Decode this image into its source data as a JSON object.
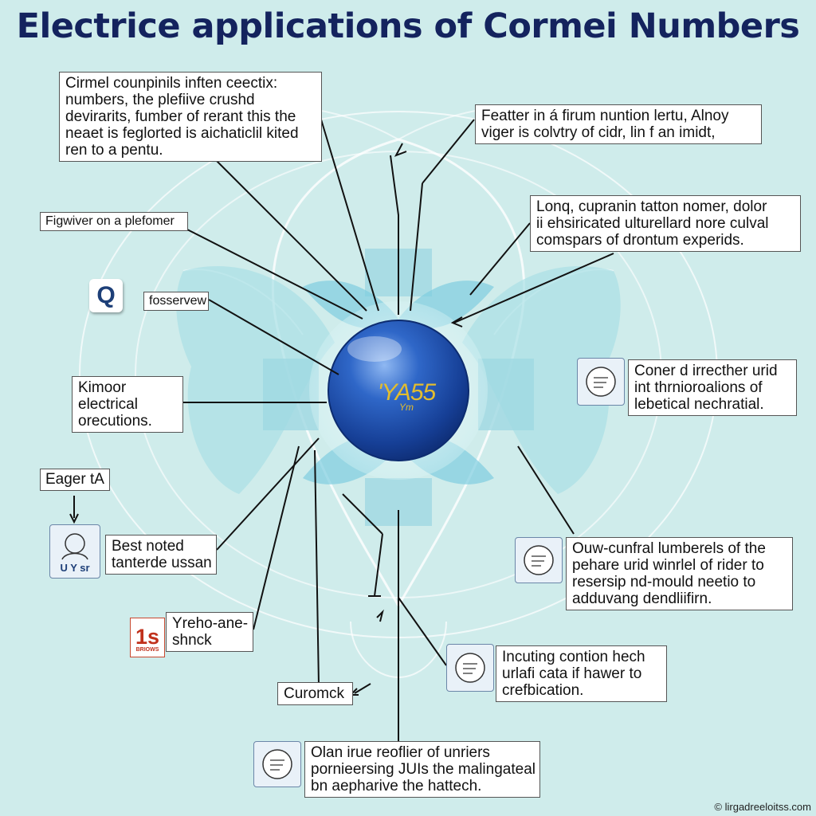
{
  "title": "Electrice applications of Cormei Numbers",
  "center_label": "'YA55",
  "center_sublabel": "Ym",
  "labels": {
    "top_left": [
      "Cirmel counpinils inften ceectix:",
      "numbers, the plefiive crushd",
      "devirarits, fumber of rerant this the",
      "neaet is feglorted is aichaticlil kited",
      "ren to a pentu."
    ],
    "top_right": [
      "Featter in á firum nuntion lertu, Alnoy",
      "viger is colvtry of cidr, lin f an imidt,"
    ],
    "right_upper": [
      "Lonq, cupranin tatton nomer, dolor",
      "ii ehsiricated ulturellard nore culval",
      "comspars of drontum experids."
    ],
    "fig_left": "Figwiver on a plefomer",
    "fosterview": "fosservew",
    "q_icon": "Q",
    "kimoor": [
      "Kimoor",
      "electrical",
      "orecutions."
    ],
    "eager": "Eager tA",
    "best_noted": [
      "Best noted",
      "tanterde ussan"
    ],
    "uysr": "U Y sr",
    "yreho": [
      "Yreho-ane-",
      "shnck"
    ],
    "badge_num": "1s",
    "badge_small": "BRIOWS",
    "curomck": "Curomck",
    "right_mid": [
      "Coner d irrecther urid",
      "int thrnioroalions of",
      "lebetical nechratial."
    ],
    "right_lower": [
      "Ouw-cunfral lumberels of the",
      "pehare urid winrlel of rider to",
      "resersip nd-mould neetio to",
      "adduvang dendliifirn."
    ],
    "inculing": [
      "Incuting contion hech",
      "urlafi cata if hawer to",
      "crefbication."
    ],
    "bottom": [
      "Olan irue reoflier of unriers",
      "pornieersing JUIs the malingateal",
      "bn aepharive the hattech."
    ]
  },
  "copyright": "© lirgadreeloitss.com",
  "colors": {
    "background": "#cfeceb",
    "title": "#14235e",
    "sphere": "#1f56b4",
    "center_text": "#e3bd2e"
  }
}
